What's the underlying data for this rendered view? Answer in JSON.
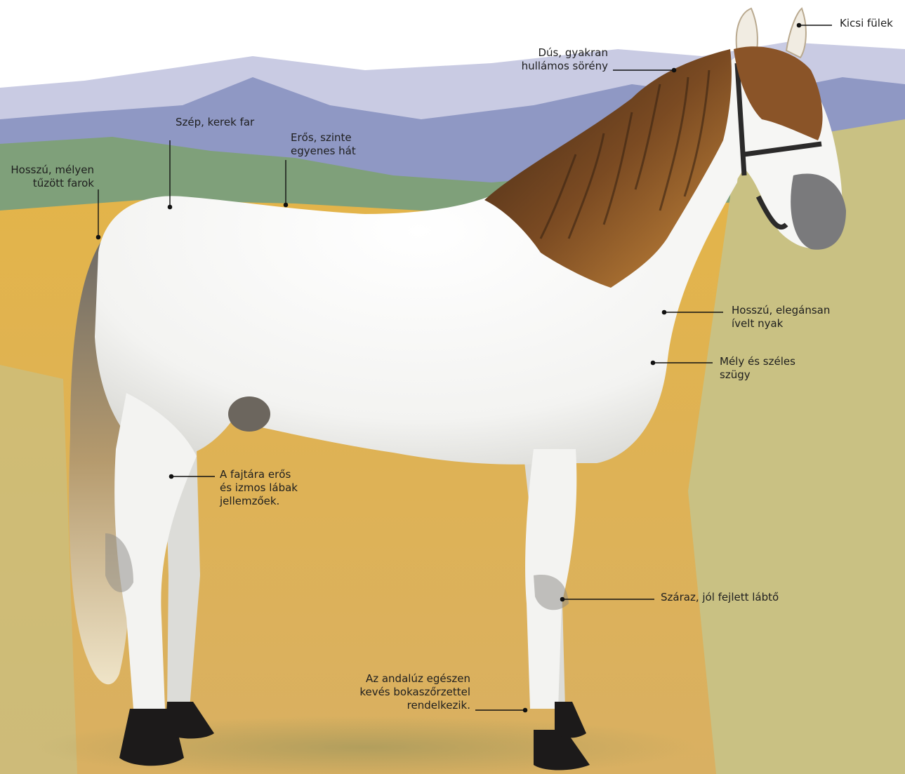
{
  "background": {
    "sky_color": "#ffffff",
    "far_mountain_color": "#c9cbe3",
    "near_mountain_color": "#8f98c4",
    "hill_color": "#7fa07a",
    "field_color": "#e6b548",
    "meadow_color": "#c9c183"
  },
  "horse": {
    "coat_color": "#f6f6f4",
    "shade_color": "#d9d9d6",
    "mane_color": "#7a4a22",
    "mane_highlight": "#c98a3c",
    "tail_color": "#b59a6d",
    "hoof_color": "#1c1a1a",
    "muzzle_color": "#7a7a7c"
  },
  "labels": {
    "ears": "Kicsi fülek",
    "mane": "Dús, gyakran\nhullámos sörény",
    "croup": "Szép, kerek far",
    "back": "Erős, szinte\negyenes hát",
    "tail": "Hosszú, mélyen\ntűzött farok",
    "neck": "Hosszú, elegánsan\nívelt nyak",
    "chest": "Mély és széles\nszügy",
    "legs": "A fajtára erős\nés izmos lábak\njellemzőek.",
    "cannon": "Száraz, jól fejlett lábtő",
    "feathering": "Az andalúz egészen\nkevés bokaszőrzettel\nrendelkezik."
  }
}
